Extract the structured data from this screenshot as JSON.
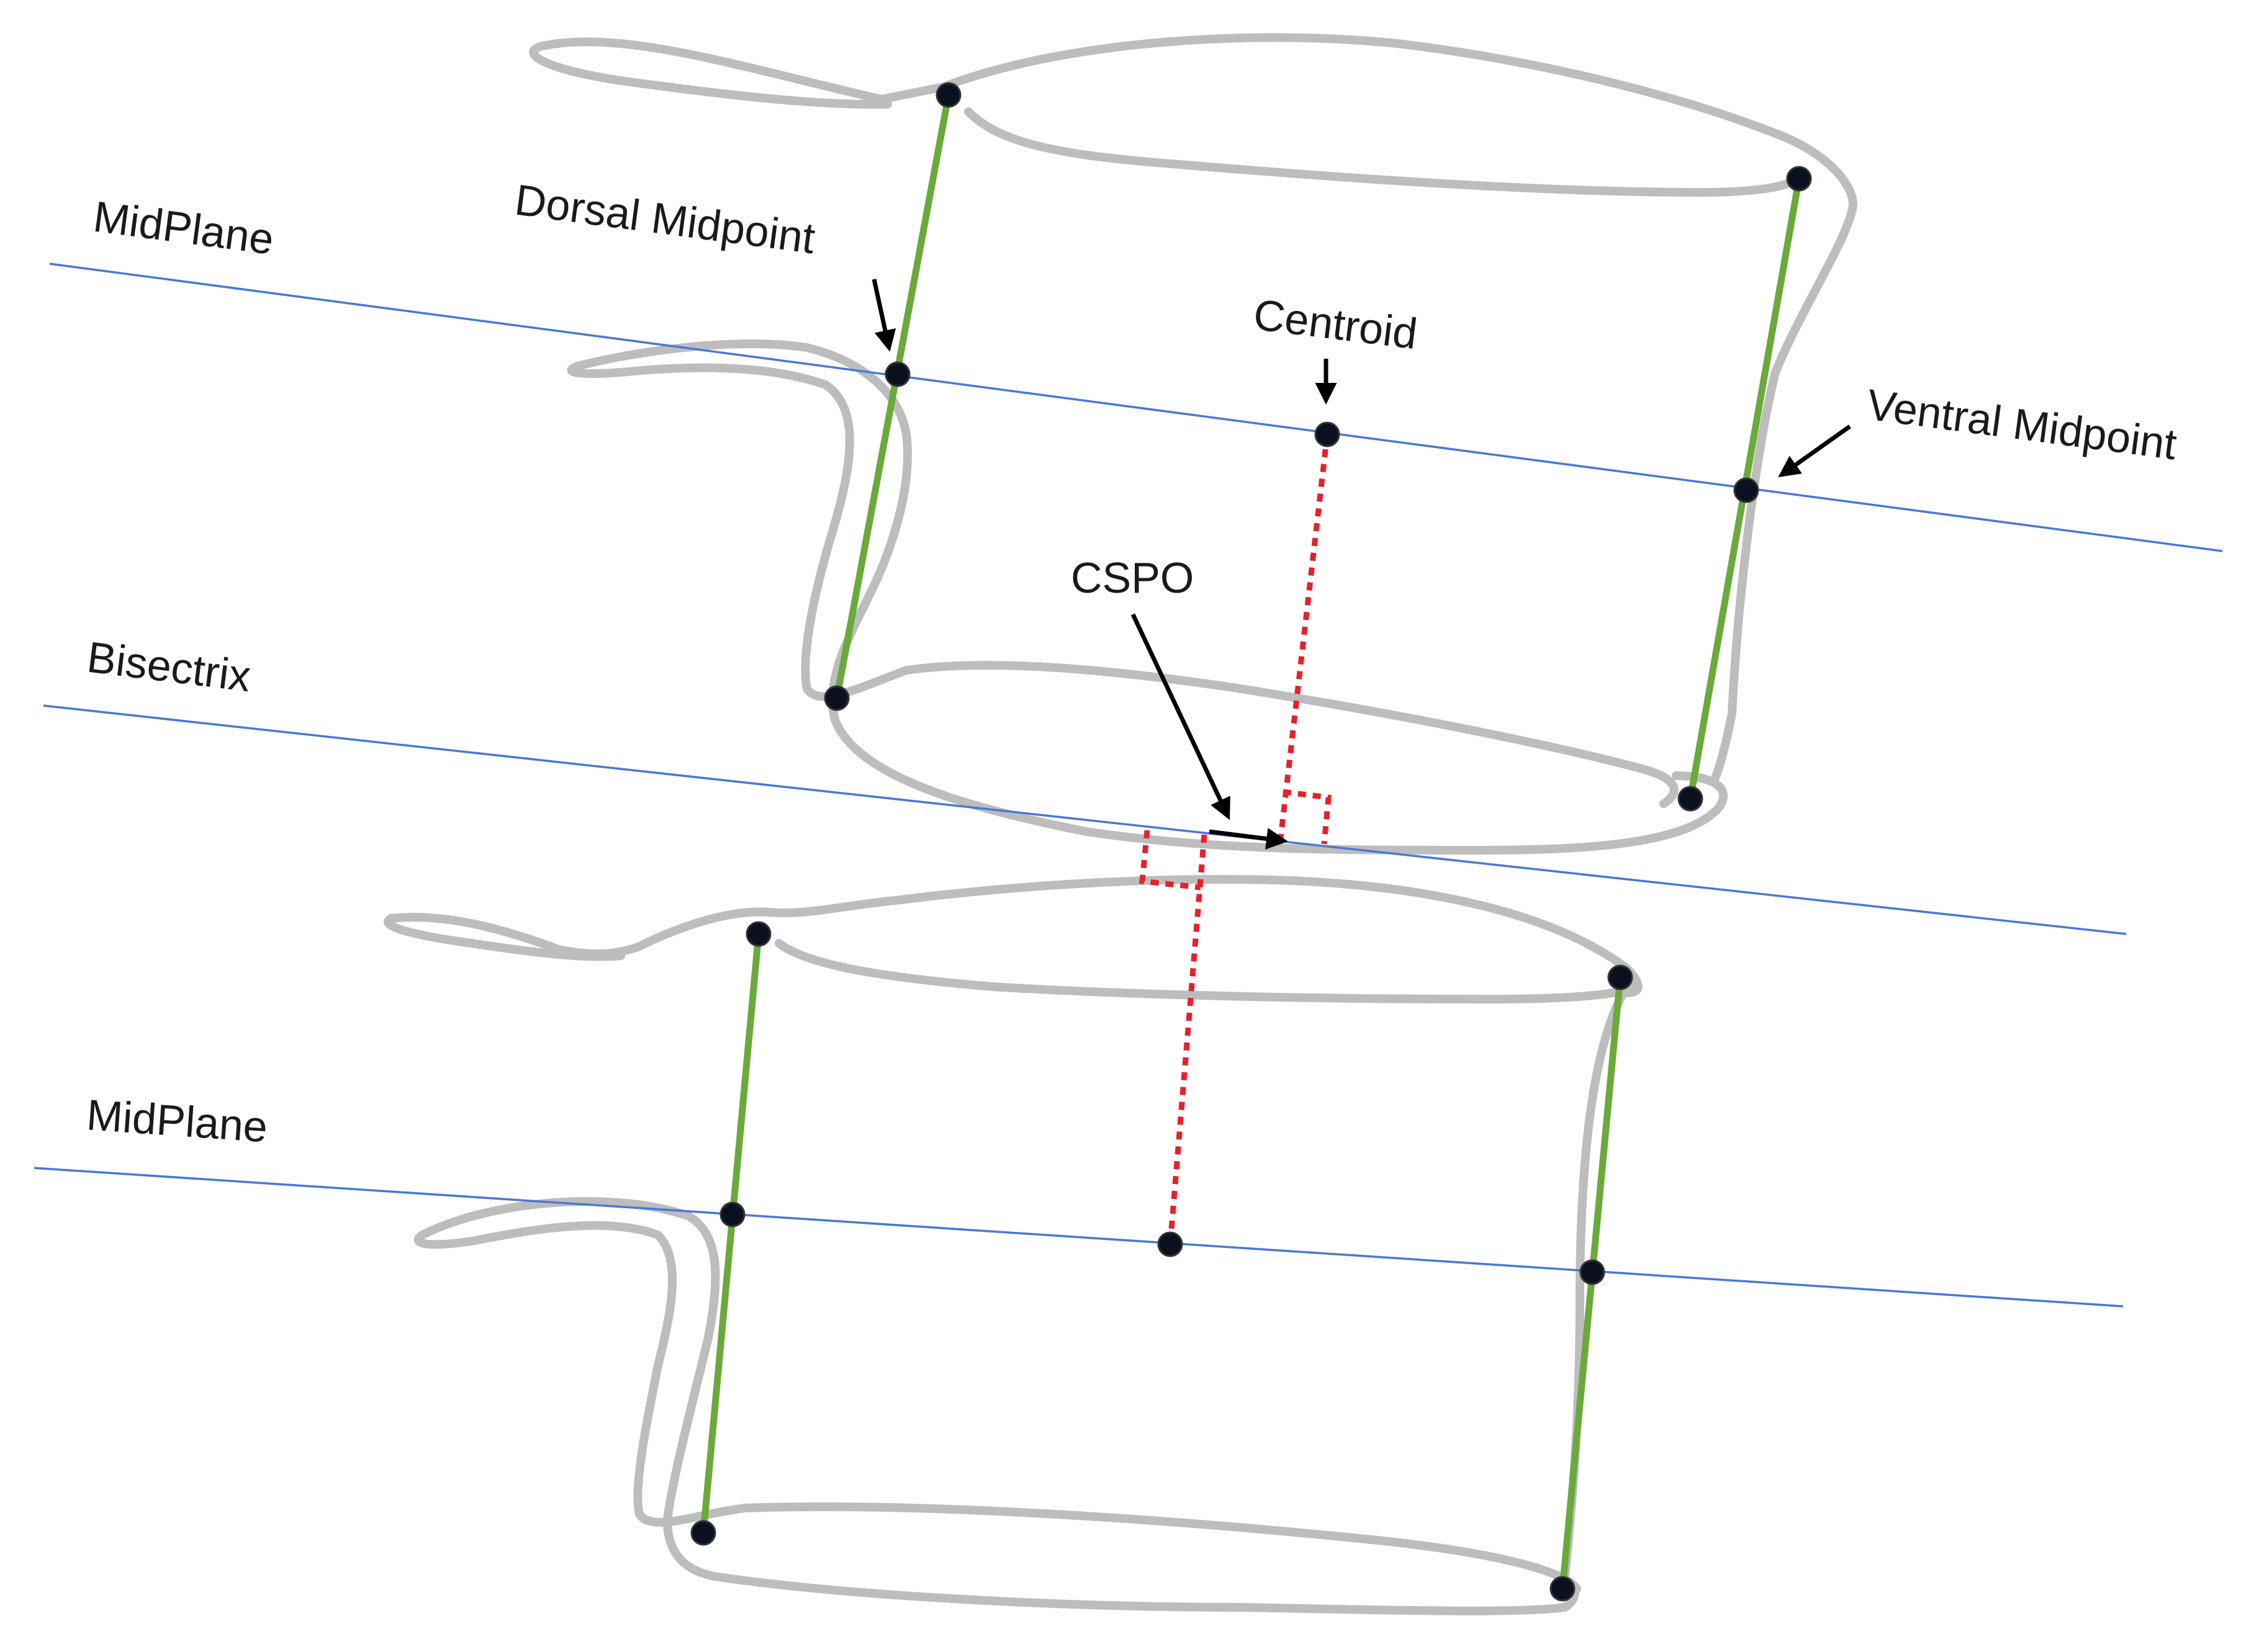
{
  "labels": {
    "midplane_upper": "MidPlane",
    "dorsal_midpoint": "Dorsal Midpoint",
    "centroid": "Centroid",
    "ventral_midpoint": "Ventral Midpoint",
    "cspo": "CSPO",
    "bisectrix": "Bisectrix",
    "midplane_lower": "MidPlane"
  },
  "colors": {
    "outline": "#bdbdbd",
    "plane_line": "#4a78d4",
    "edge_line": "#6aaa3a",
    "perpendicular": "#e8202a",
    "landmark": "#0b1020",
    "arrow": "#000000"
  }
}
